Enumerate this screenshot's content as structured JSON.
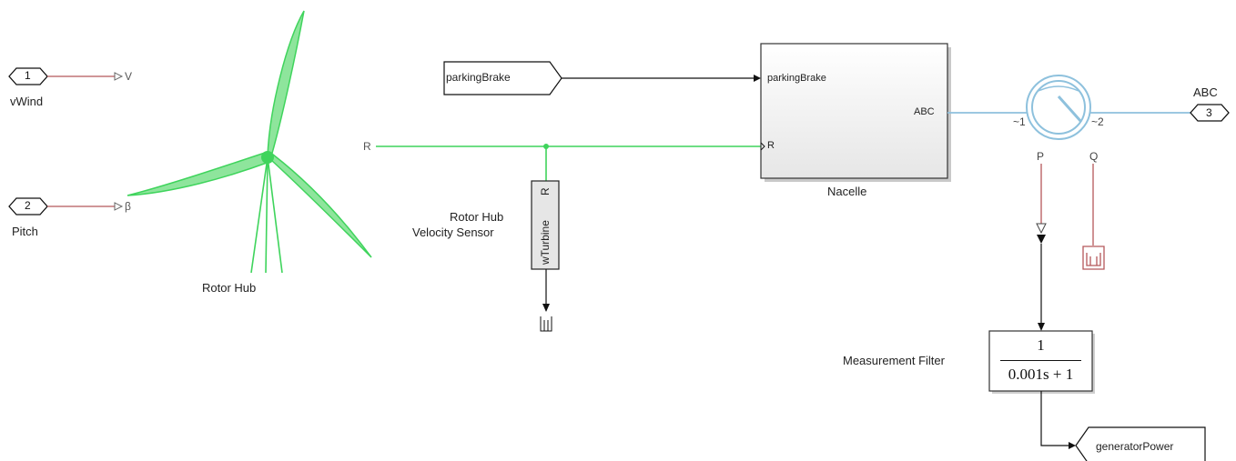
{
  "inports": [
    {
      "number": "1",
      "label": "vWind",
      "signal": "V"
    },
    {
      "number": "2",
      "label": "Pitch",
      "signal": "β"
    }
  ],
  "rotor_hub": {
    "label": "Rotor Hub"
  },
  "rotor_conn": {
    "label": "R"
  },
  "velocity_sensor": {
    "label_line1": "Rotor Hub",
    "label_line2": "Velocity Sensor",
    "port_r": "R",
    "port_out": "wTurbine"
  },
  "from_block": {
    "tag": "parkingBrake"
  },
  "nacelle": {
    "label": "Nacelle",
    "port_in1": "parkingBrake",
    "port_in2": "R",
    "port_out": "ABC"
  },
  "meter": {
    "left": "~1",
    "right": "~2",
    "p": "P",
    "q": "Q"
  },
  "outport": {
    "number": "3",
    "label": "ABC"
  },
  "filter": {
    "label": "Measurement Filter",
    "numerator": "1",
    "denominator": "0.001s + 1"
  },
  "goto_block": {
    "tag": "generatorPower"
  },
  "colors": {
    "green": "#3fd45c",
    "red": "#b5585b",
    "blue": "#8ec1dd",
    "black": "#111111"
  }
}
